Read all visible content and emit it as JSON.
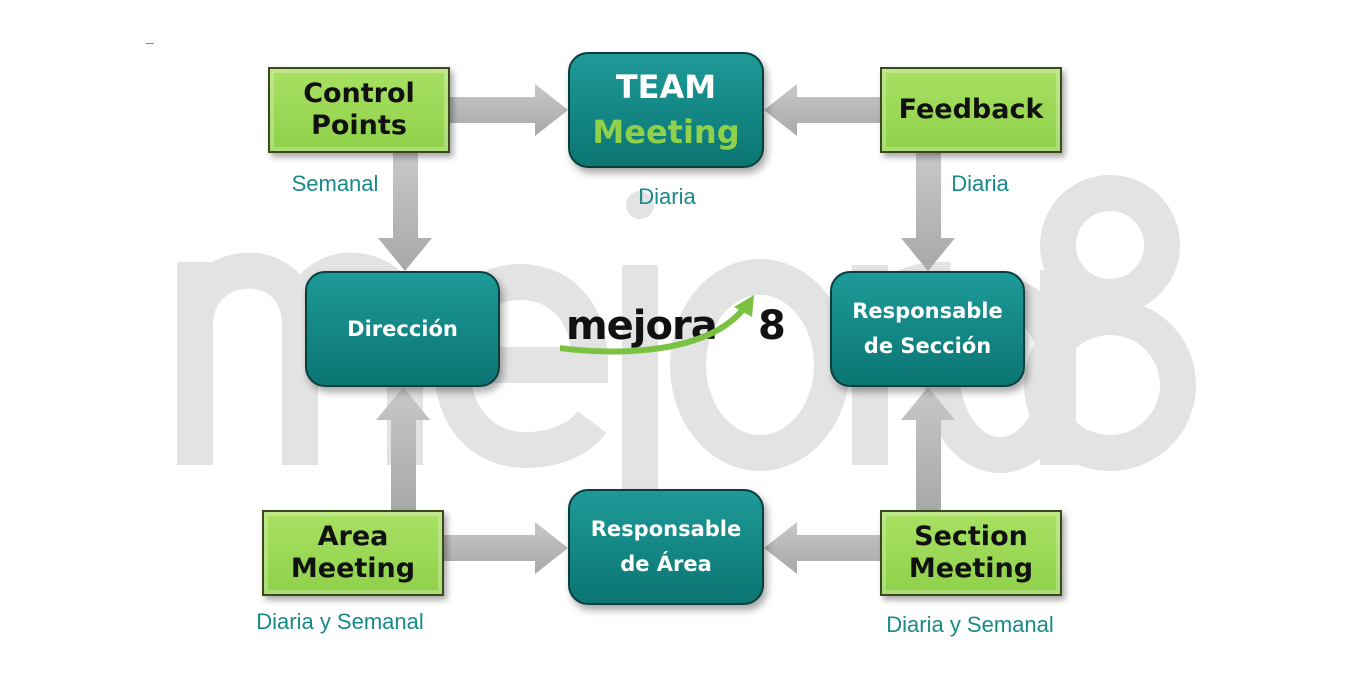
{
  "watermark": "mejora8",
  "logo": {
    "word": "mejora",
    "number": "8"
  },
  "nodes": {
    "control_points": {
      "line1": "Control",
      "line2": "Points",
      "frequency": "Semanal"
    },
    "team_meeting": {
      "line1": "TEAM",
      "line2": "Meeting",
      "frequency": "Diaria"
    },
    "feedback": {
      "line1": "Feedback",
      "frequency": "Diaria"
    },
    "direccion": {
      "line1": "Dirección"
    },
    "resp_seccion": {
      "line1": "Responsable",
      "line2": "de Sección"
    },
    "area_meeting": {
      "line1": "Area",
      "line2": "Meeting",
      "frequency": "Diaria y Semanal"
    },
    "resp_area": {
      "line1": "Responsable",
      "line2": "de Área"
    },
    "section_meeting": {
      "line1": "Section",
      "line2": "Meeting",
      "frequency": "Diaria y Semanal"
    }
  },
  "colors": {
    "green": "#8fd14a",
    "teal": "#0e8583",
    "arrow": "#b5b5b5",
    "label": "#178a88"
  }
}
